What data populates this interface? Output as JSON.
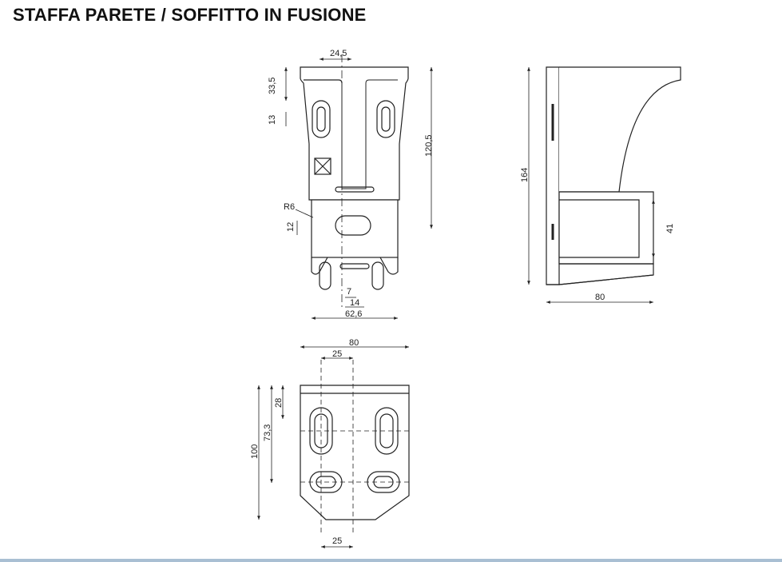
{
  "title": "STAFFA PARETE / SOFFITTO IN FUSIONE",
  "front_view": {
    "dims": {
      "top_width": "24,5",
      "height_slot": "33,5",
      "slot_height": "13",
      "total_height": "120,5",
      "radius": "R6",
      "slot_width": "12",
      "inner_w1": "7",
      "inner_w2": "14",
      "overall_width": "62,6"
    }
  },
  "side_view": {
    "dims": {
      "height": "164",
      "block_height": "41",
      "depth": "80"
    }
  },
  "bottom_view": {
    "dims": {
      "width": "80",
      "top_spacing": "25",
      "top_offset": "28",
      "mid_offset": "73,3",
      "total": "100",
      "bottom_spacing": "25"
    }
  },
  "colors": {
    "accent_bar": "#a9bfd3",
    "line": "#222222"
  }
}
